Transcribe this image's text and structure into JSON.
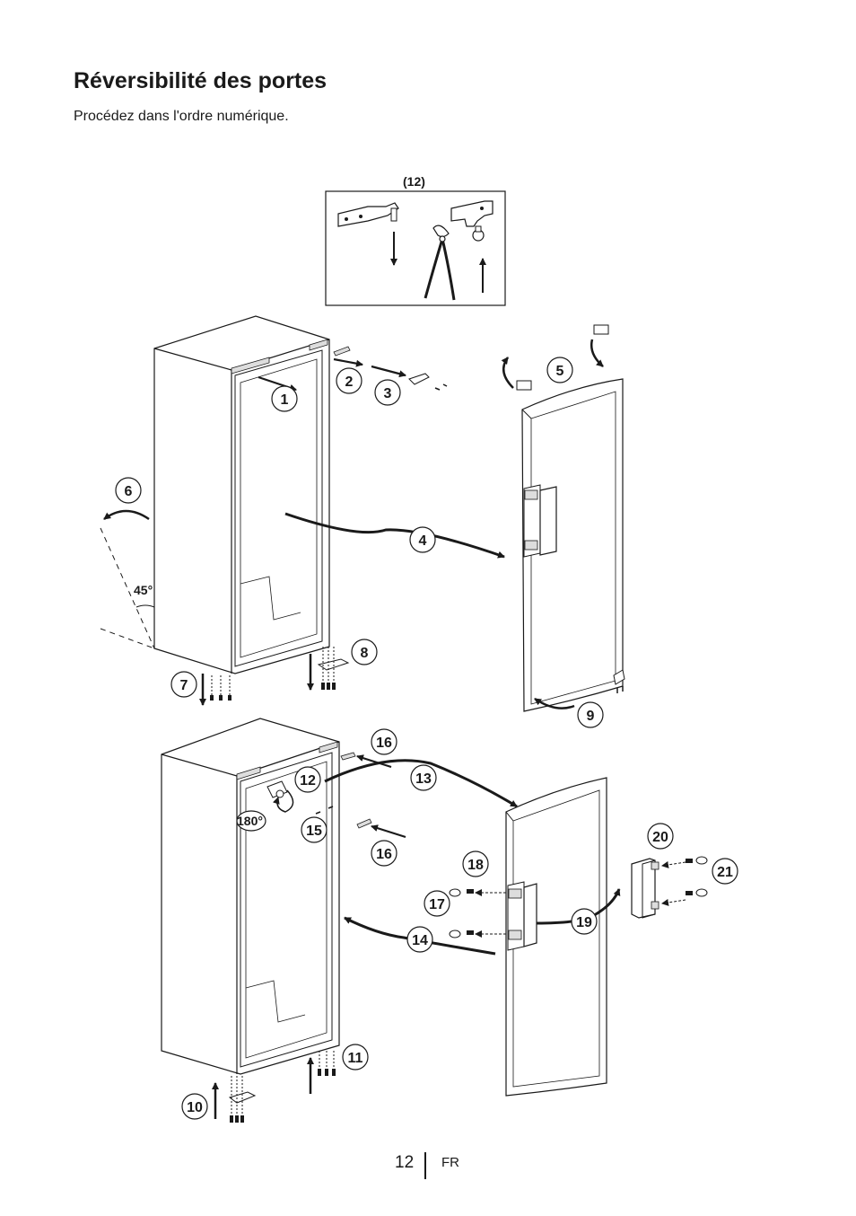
{
  "page": {
    "title": "Réversibilité des portes",
    "subtitle": "Procédez dans l'ordre numérique.",
    "page_number": "12",
    "language": "FR"
  },
  "diagram": {
    "inset_label": "(12)",
    "angle_label": "45°",
    "rotation_label": "180°",
    "steps": [
      "1",
      "2",
      "3",
      "4",
      "5",
      "6",
      "7",
      "8",
      "9",
      "10",
      "11",
      "12",
      "13",
      "14",
      "15",
      "16",
      "16",
      "17",
      "18",
      "19",
      "20",
      "21"
    ]
  }
}
